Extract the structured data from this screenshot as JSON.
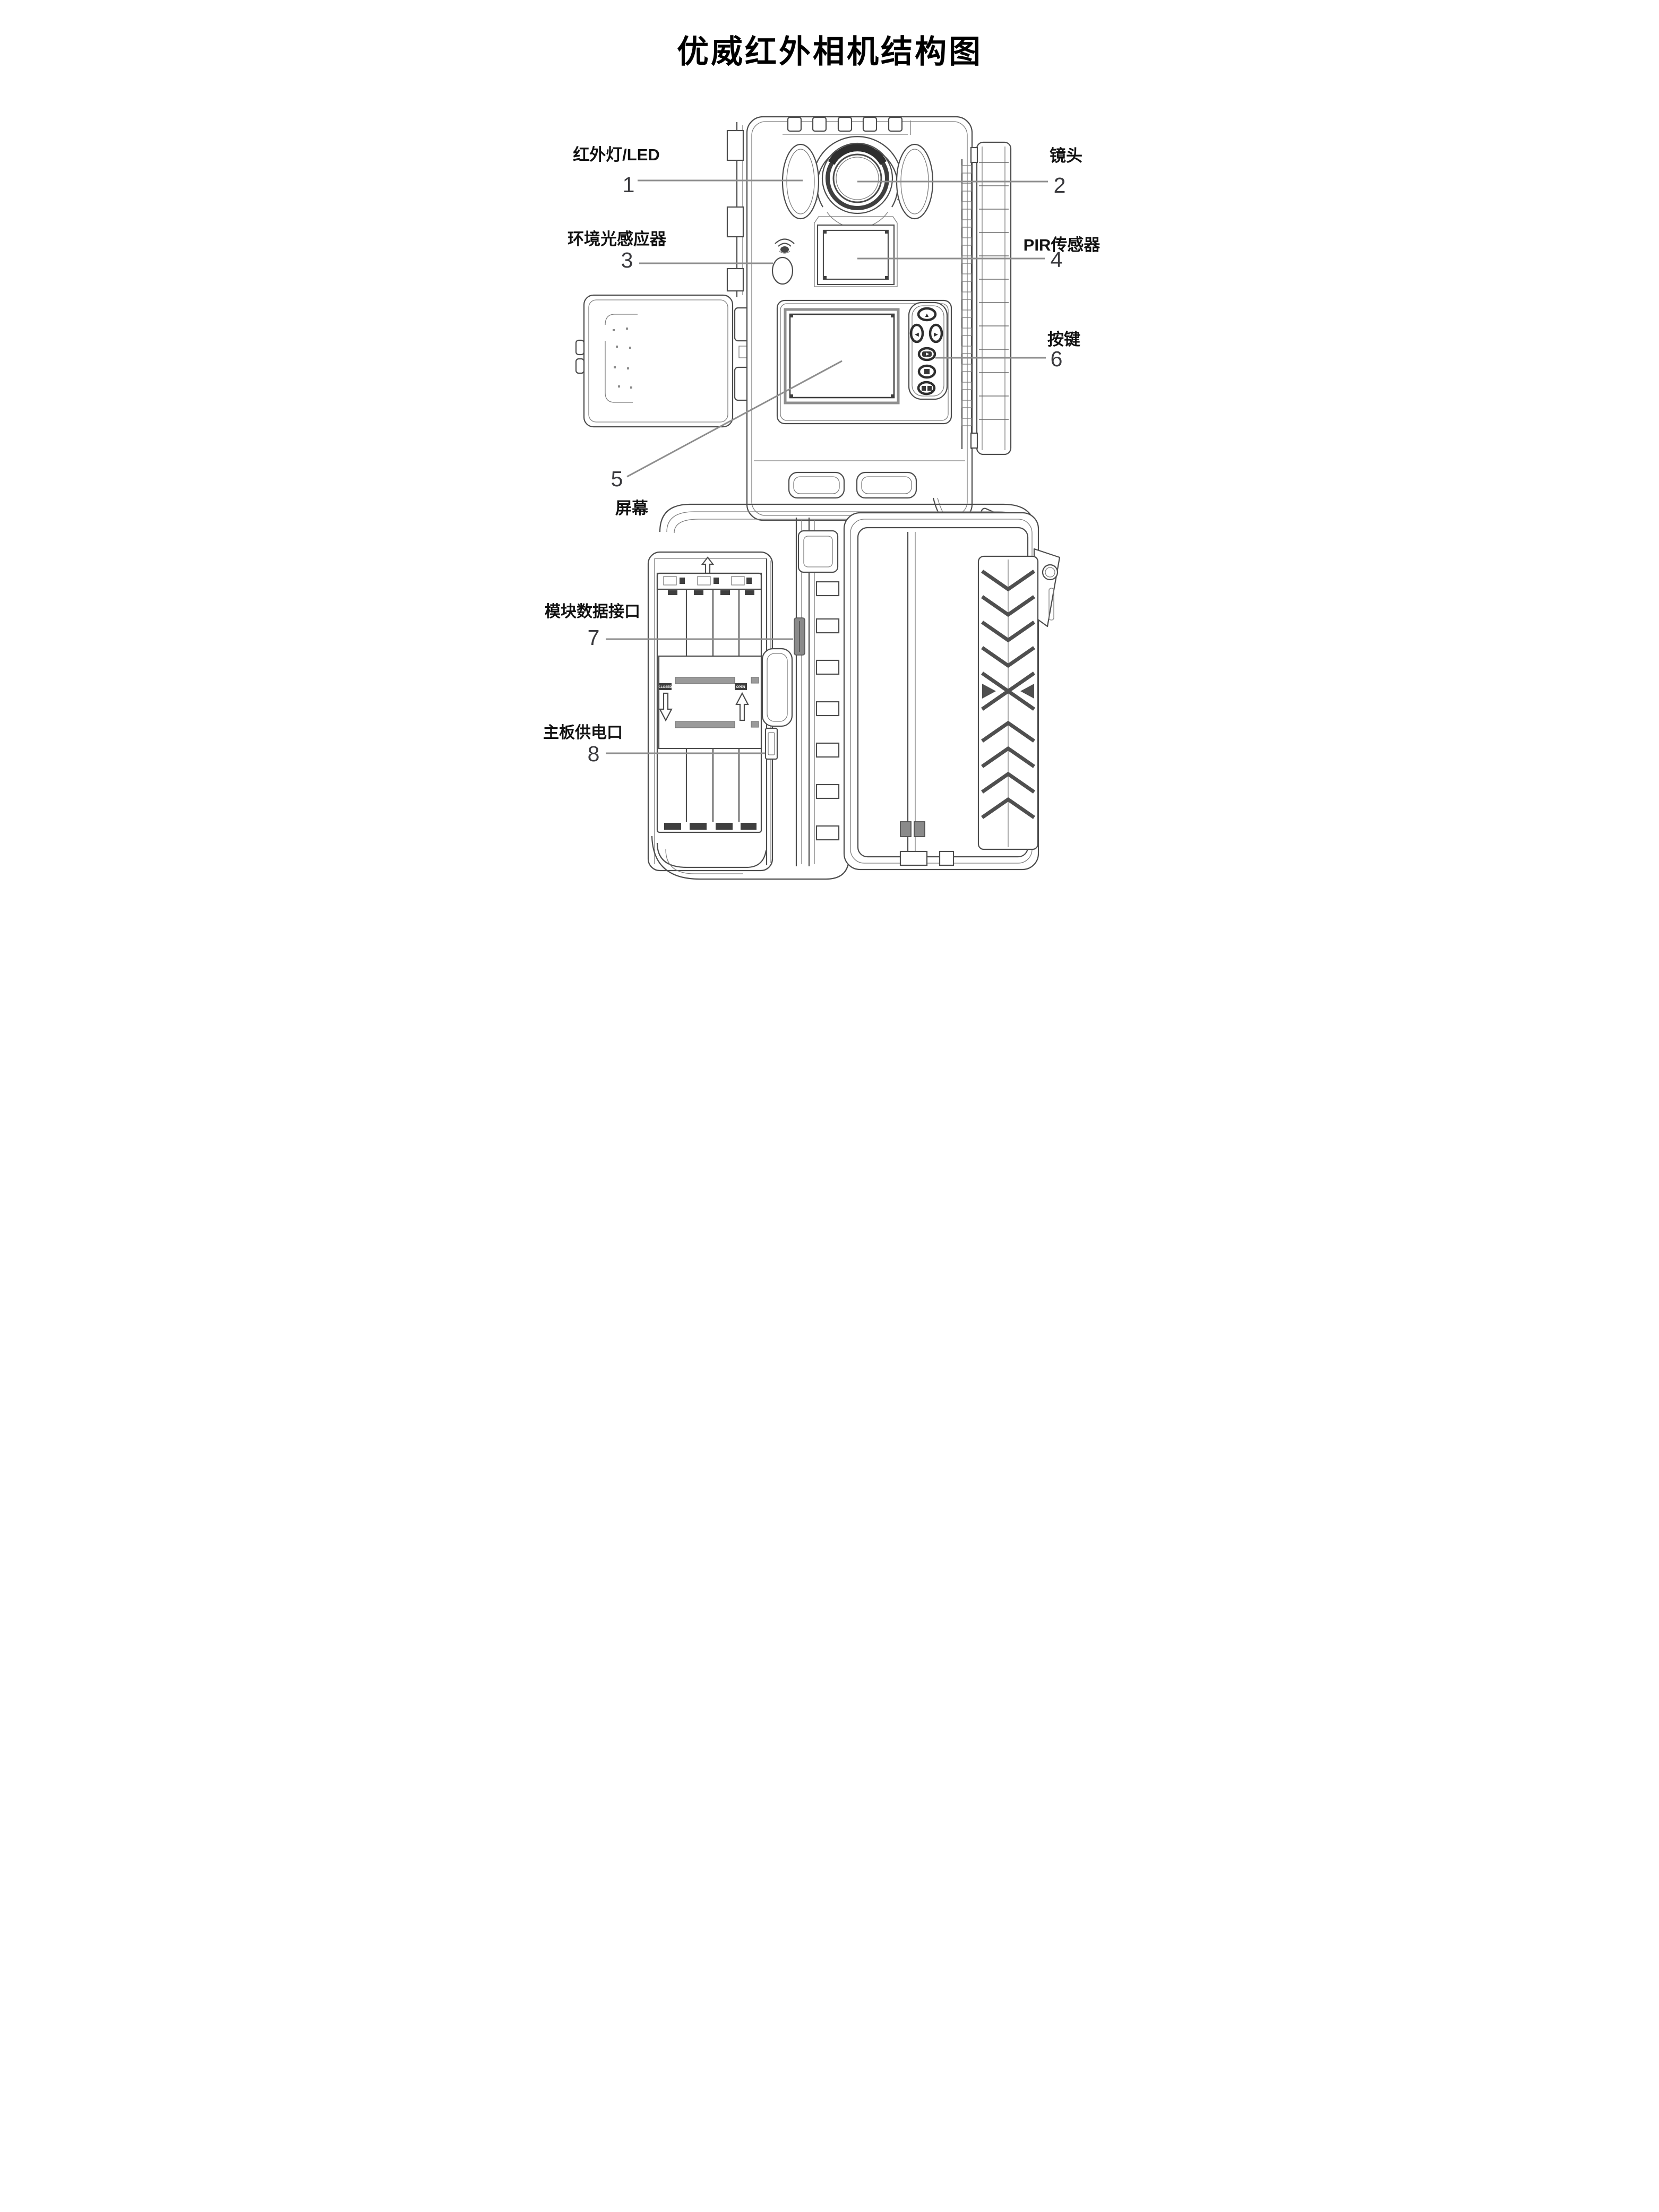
{
  "title": "优威红外相机结构图",
  "callouts": {
    "ir_led": {
      "label": "红外灯/LED",
      "number": "1"
    },
    "lens": {
      "label": "镜头",
      "number": "2"
    },
    "ambient_sensor": {
      "label": "环境光感应器",
      "number": "3"
    },
    "pir_sensor": {
      "label": "PIR传感器",
      "number": "4"
    },
    "screen": {
      "label": "屏幕",
      "number": "5"
    },
    "buttons": {
      "label": "按键",
      "number": "6"
    },
    "module_data_port": {
      "label": "模块数据接口",
      "number": "7"
    },
    "mainboard_power": {
      "label": "主板供电口",
      "number": "8"
    }
  },
  "button_glyphs": {
    "up": "▲",
    "left": "◀",
    "right": "▶"
  },
  "battery_cover": {
    "closed_marking": "CLOSED",
    "open_marking": "OPEN"
  },
  "icons": [
    "up-arrow-button",
    "left-arrow-button",
    "right-arrow-button",
    "menu-button",
    "ok-button",
    "mode-button",
    "eye-indicator-icon",
    "slide-close-arrow-icon",
    "slide-open-arrow-icon",
    "insert-direction-arrow-icon"
  ],
  "colors": {
    "line": "#4c4c4c",
    "leader": "#8e8e8e",
    "text": "#121212",
    "number": "#3a3a3e",
    "dark_fill": "#3f3f3f",
    "gray_fill": "#9a9a9a",
    "background": "#ffffff"
  }
}
